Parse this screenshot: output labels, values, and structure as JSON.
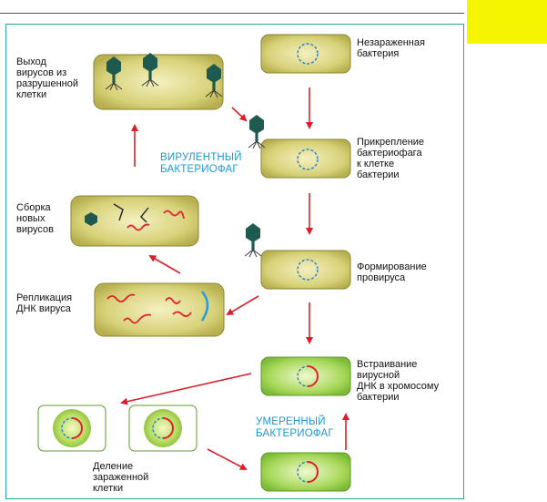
{
  "labels": {
    "uninfected": "Незараженная\nбактерия",
    "attachment": "Прикрепление\nбактериофага\nк клетке\nбактерии",
    "provirus": "Формирование\nпровируса",
    "integration": "Встраивание\nвирусной\nДНК в хромосому\nбактерии",
    "division": "Деление\nзараженной\nклетки",
    "replication": "Репликация\nДНК вируса",
    "assembly": "Сборка\nновых\nвирусов",
    "release": "Выход\nвирусов из\nразрушенной\nклетки"
  },
  "titles": {
    "virulent": "ВИРУЛЕНТНЫЙ\nБАКТЕРИОФАГ",
    "temperate": "УМЕРЕННЫЙ\nБАКТЕРИОФАГ"
  },
  "colors": {
    "cell_olive": "#d8d27a",
    "cell_green": "#a8d85a",
    "arrow_red": "#d8202a",
    "phage_teal": "#1f5a50",
    "dna_red": "#e0202a",
    "chromosome_blue": "#2a7fc0",
    "frame_teal": "#2aa39a",
    "title_blue": "#1a9ad6",
    "corner_yellow": "#f5f500"
  }
}
